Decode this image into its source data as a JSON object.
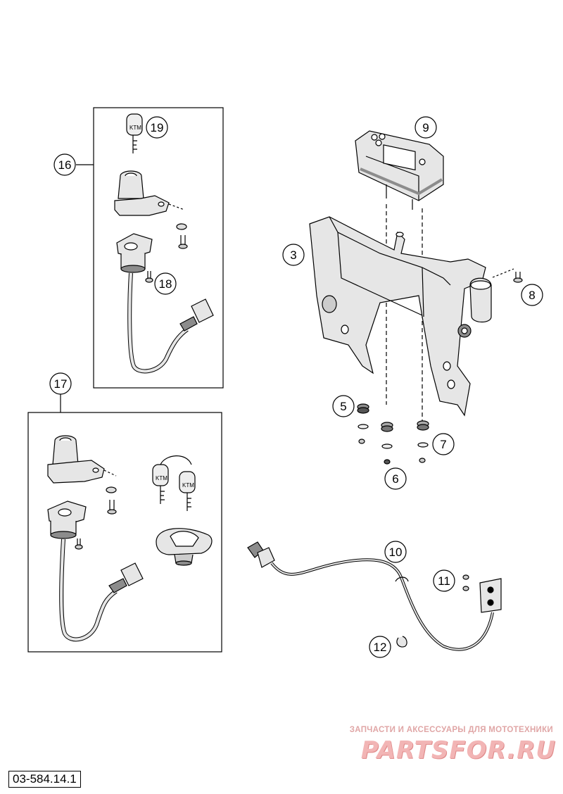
{
  "callouts": {
    "c3": "3",
    "c5": "5",
    "c6": "6",
    "c7": "7",
    "c8": "8",
    "c9": "9",
    "c10": "10",
    "c11": "11",
    "c12": "12",
    "c16": "16",
    "c17": "17",
    "c18": "18",
    "c19": "19"
  },
  "watermark": {
    "tagline": "ЗАПЧАСТИ И АКСЕССУАРЫ ДЛЯ МОТОТЕХНИКИ",
    "logo": "PARTSFOR.RU"
  },
  "diagram_code": "03-584.14.1",
  "colors": {
    "line": "#000000",
    "part_fill": "#e6e6e6",
    "dark_fill": "#8c8c8c",
    "watermark": "#f2b5b5"
  }
}
